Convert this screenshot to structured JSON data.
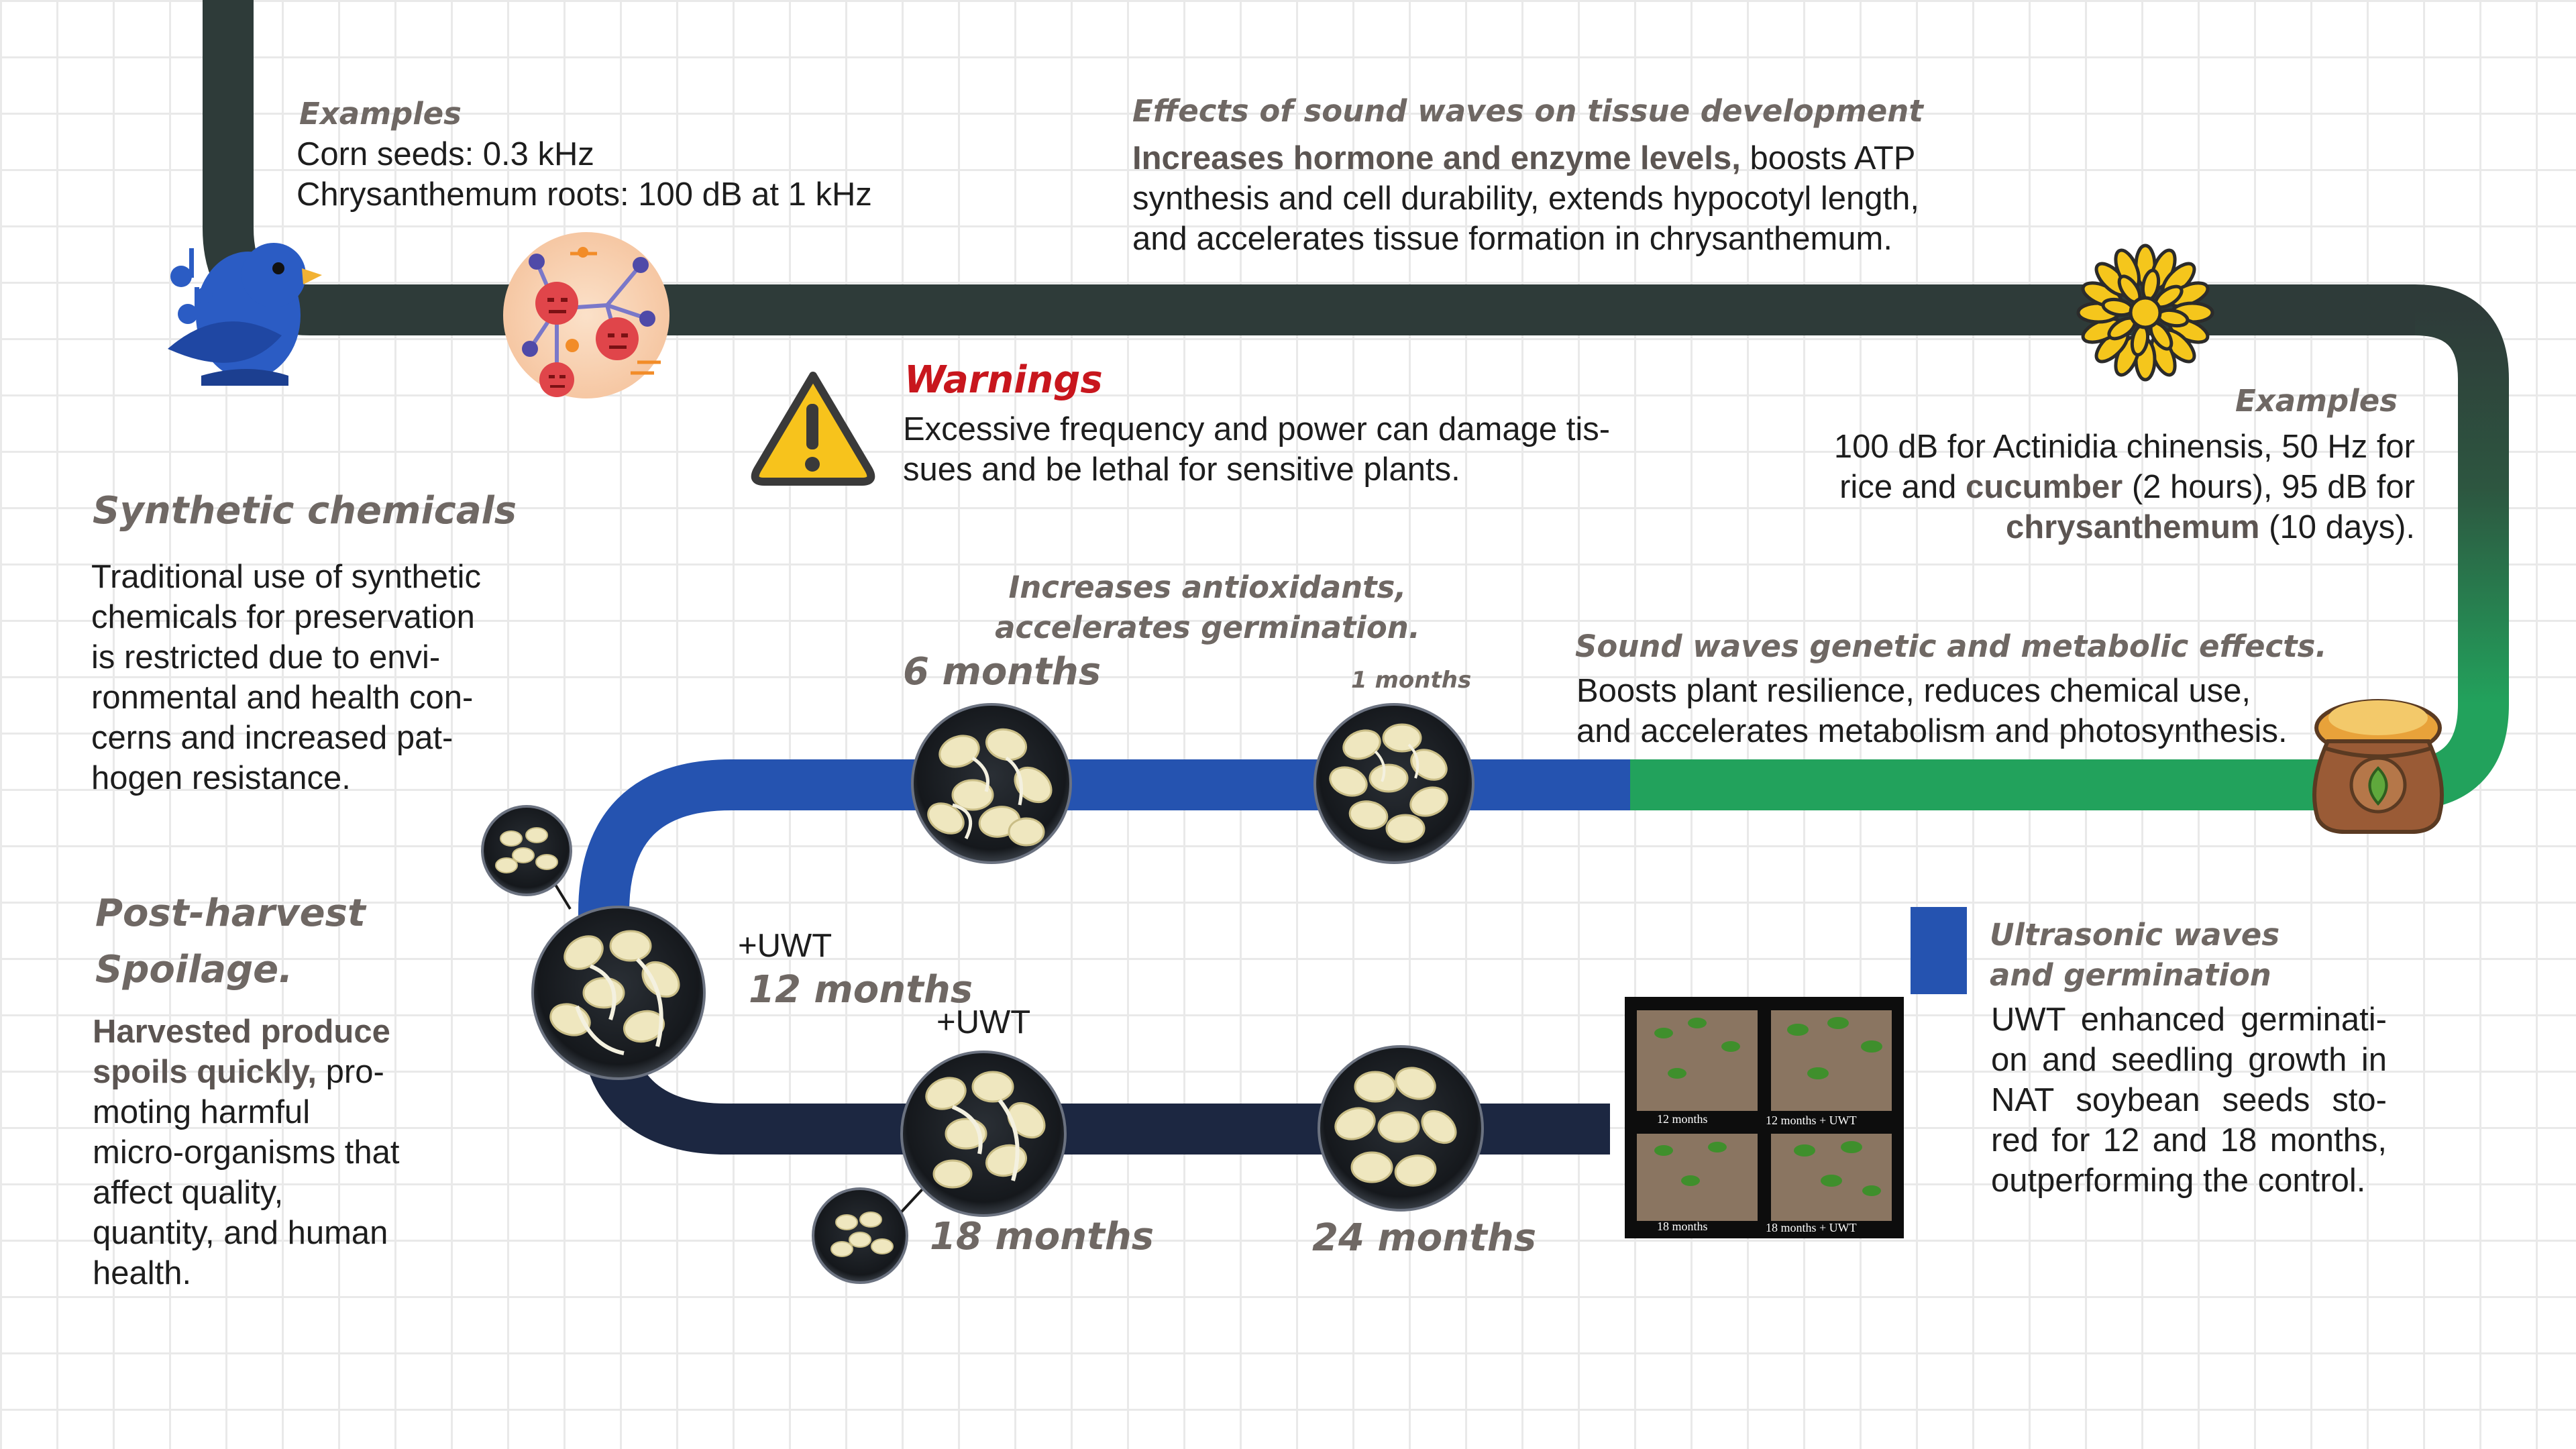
{
  "colors": {
    "path_dark": "#2e3b39",
    "path_green": "#22a25c",
    "path_blue": "#2553b0",
    "path_navy": "#1c2741",
    "heading_gray": "#6f6864",
    "warning_red": "#c8161d",
    "grid_line": "#e9e9e9"
  },
  "icons": {
    "bird": "singing-bird-icon",
    "microbes": "angry-microbes-icon",
    "warning": "warning-triangle-icon",
    "flower": "chrysanthemum-flower-icon",
    "seed_bag": "seed-sack-icon",
    "legend_square": "blue-square-marker"
  },
  "examples_top": {
    "heading": "Examples",
    "line1": "Corn seeds: 0.3 kHz",
    "line2": "Chrysanthemum roots: 100 dB at 1 kHz"
  },
  "tissue": {
    "heading": "Effects of sound waves on tissue development",
    "bold": "Increases hormone and enzyme levels,",
    "rest": " boosts ATP synthesis and cell durability, extends hypocotyl length, and accelerates tissue formation in chrysanthemum."
  },
  "warnings": {
    "heading": "Warnings",
    "text": "Excessive frequency and power can damage tis-sues and be lethal for sensitive plants."
  },
  "examples_right": {
    "heading": "Examples",
    "t1": "100 dB for Actinidia chinensis, 50 Hz for rice and ",
    "b1": "cucumber",
    "t2": " (2 hours), 95 dB for ",
    "b2": "chrysanthemum",
    "t3": " (10 days)."
  },
  "synthetic": {
    "heading": "Synthetic chemicals",
    "text": "Traditional use of synthetic chemicals for preservation is restricted due to envi-ronmental and health con-cerns and increased pat-hogen resistance."
  },
  "antioxidants": {
    "heading": "Increases antioxidants, accelerates germination."
  },
  "genetic": {
    "heading": "Sound waves genetic and metabolic effects.",
    "text": "Boosts plant resilience, reduces chemical use, and accelerates metabolism and photosynthesis."
  },
  "spoilage": {
    "heading_line1": "Post-harvest",
    "heading_line2": "Spoilage.",
    "bold": "Harvested produce spoils quickly,",
    "rest": " pro-moting harmful micro-organisms that affect quality, quantity, and human health."
  },
  "ultrasonic": {
    "heading_line1": "Ultrasonic waves",
    "heading_line2": "and germination",
    "text": "UWT enhanced germinati-on and seedling growth in NAT soybean seeds sto-red for 12 and 18 months, outperforming the control."
  },
  "timeline": {
    "label_6m": "6 months",
    "label_1m": "1 months",
    "label_12m": "12 months",
    "label_18m": "18 months",
    "label_24m": "24 months",
    "uwt_12": "+UWT",
    "uwt_18": "+UWT"
  },
  "photo_grid": {
    "c1": "12 months",
    "c2": "12 months + UWT",
    "c3": "18 months",
    "c4": "18 months + UWT"
  }
}
